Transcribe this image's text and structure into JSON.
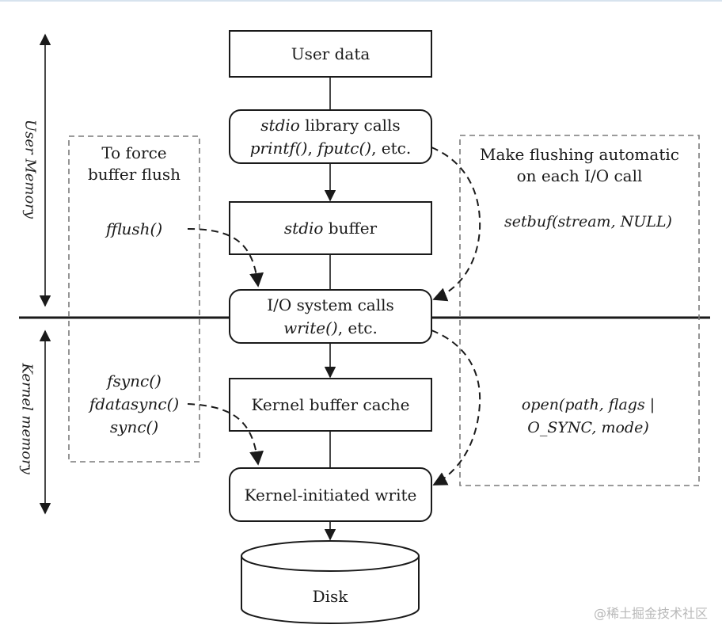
{
  "regions": {
    "user_memory": "User Memory",
    "kernel_memory": "Kernel memory"
  },
  "boxes": {
    "user_data": "User data",
    "stdio_calls_line1_italic": "stdio",
    "stdio_calls_line1_rest": " library calls",
    "stdio_calls_line2_printf": "printf()",
    "stdio_calls_line2_sep": ", ",
    "stdio_calls_line2_fputc": "fputc()",
    "stdio_calls_line2_rest": ", etc.",
    "stdio_buffer_italic": "stdio",
    "stdio_buffer_rest": " buffer",
    "io_calls_line1": "I/O system calls",
    "io_calls_line2_italic": "write()",
    "io_calls_line2_rest": ", etc.",
    "kernel_buffer_cache": "Kernel buffer cache",
    "kernel_initiated_write": "Kernel-initiated write",
    "disk": "Disk"
  },
  "left_panel": {
    "title_line1": "To force",
    "title_line2": "buffer flush",
    "fflush": "fflush()",
    "fsync": "fsync()",
    "fdatasync": "fdatasync()",
    "sync": "sync()"
  },
  "right_panel": {
    "title_line1": "Make flushing automatic",
    "title_line2": "on each I/O call",
    "setbuf": "setbuf(stream, NULL)",
    "open_line1": "open(path, flags |",
    "open_line2": "O_SYNC, mode)"
  },
  "watermark": "@稀土掘金技术社区",
  "colors": {
    "stroke": "#1a1a1a",
    "dashed": "#7a7a7a",
    "top_bar": "#d7e3ee"
  }
}
